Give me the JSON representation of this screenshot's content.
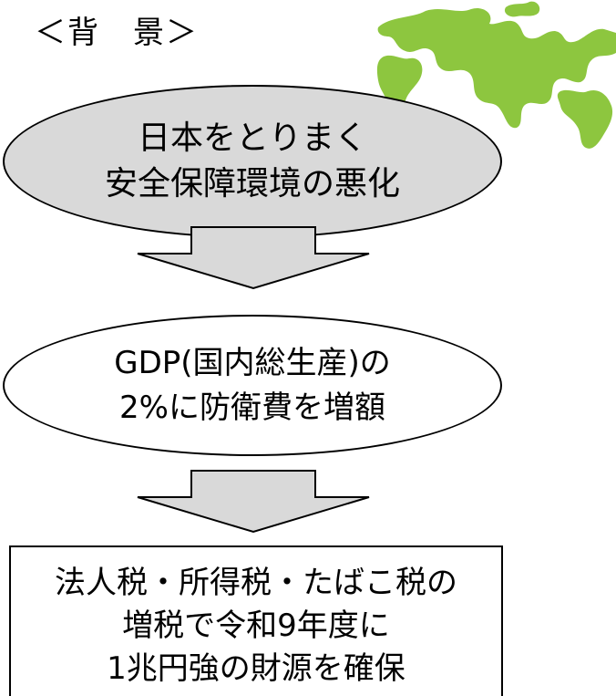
{
  "heading": "＜背　景＞",
  "colors": {
    "oval_fill": "#d9d9d9",
    "map_green": "#8dc63f",
    "arrow_fill": "#d9d9d9"
  },
  "icons": {
    "map": "world-map-icon",
    "arrow": "down-arrow-icon"
  },
  "steps": [
    {
      "lines": [
        "日本をとりまく",
        "安全保障環境の悪化"
      ]
    },
    {
      "lines": [
        "GDP(国内総生産)の",
        "2%に防衛費を増額"
      ]
    },
    {
      "lines": [
        "法人税・所得税・たばこ税の",
        "増税で令和9年度に",
        "1兆円強の財源を確保"
      ]
    }
  ]
}
